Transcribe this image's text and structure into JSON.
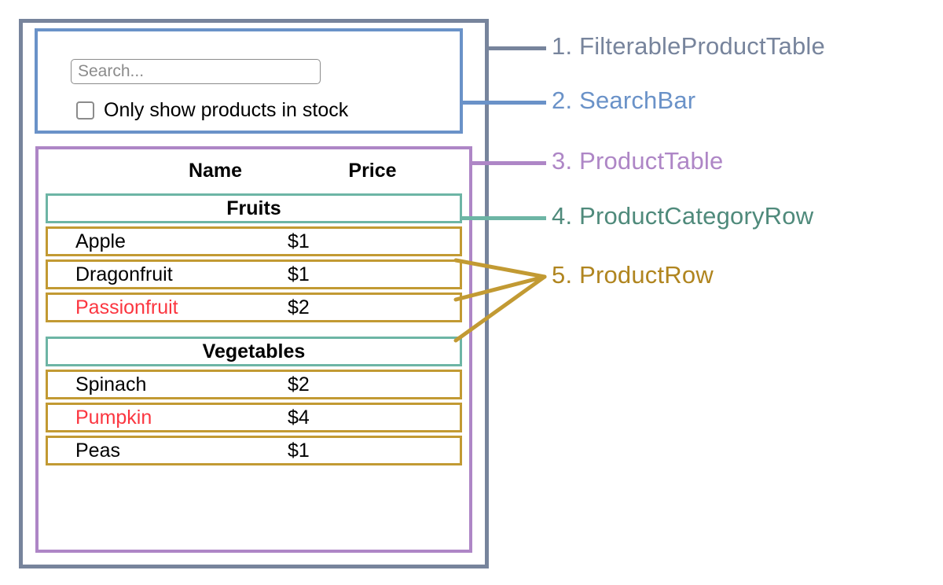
{
  "search_bar": {
    "input_value": "",
    "input_placeholder": "Search...",
    "checkbox_label": "Only show products in stock",
    "checkbox_checked": false
  },
  "product_table": {
    "columns": [
      "Name",
      "Price"
    ],
    "sections": [
      {
        "category": "Fruits",
        "products": [
          {
            "name": "Apple",
            "price": "$1",
            "stocked": true
          },
          {
            "name": "Dragonfruit",
            "price": "$1",
            "stocked": true
          },
          {
            "name": "Passionfruit",
            "price": "$2",
            "stocked": false
          }
        ]
      },
      {
        "category": "Vegetables",
        "products": [
          {
            "name": "Spinach",
            "price": "$2",
            "stocked": true
          },
          {
            "name": "Pumpkin",
            "price": "$4",
            "stocked": false
          },
          {
            "name": "Peas",
            "price": "$1",
            "stocked": true
          }
        ]
      }
    ]
  },
  "annotations": [
    {
      "number": "1.",
      "name": "FilterableProductTable",
      "color": "#77849c"
    },
    {
      "number": "2.",
      "name": "SearchBar",
      "color": "#6a92c8"
    },
    {
      "number": "3.",
      "name": "ProductTable",
      "color": "#ae86c6"
    },
    {
      "number": "4.",
      "name": "ProductCategoryRow",
      "color": "#4f8a7b"
    },
    {
      "number": "5.",
      "name": "ProductRow",
      "color": "#b0851f"
    }
  ],
  "colors": {
    "frame_outer": "#77849c",
    "frame_search": "#6a92c8",
    "frame_table": "#ae86c6",
    "category_row": "#6db5a5",
    "product_row": "#c29a33",
    "out_of_stock_text": "#fb3640",
    "in_stock_text": "#000000",
    "placeholder_text": "#8b8b8b",
    "background": "#ffffff"
  },
  "labels_text": {
    "label_1": "1. FilterableProductTable",
    "label_2": "2. SearchBar",
    "label_3": "3. ProductTable",
    "label_4": "4. ProductCategoryRow",
    "label_5": "5. ProductRow"
  }
}
